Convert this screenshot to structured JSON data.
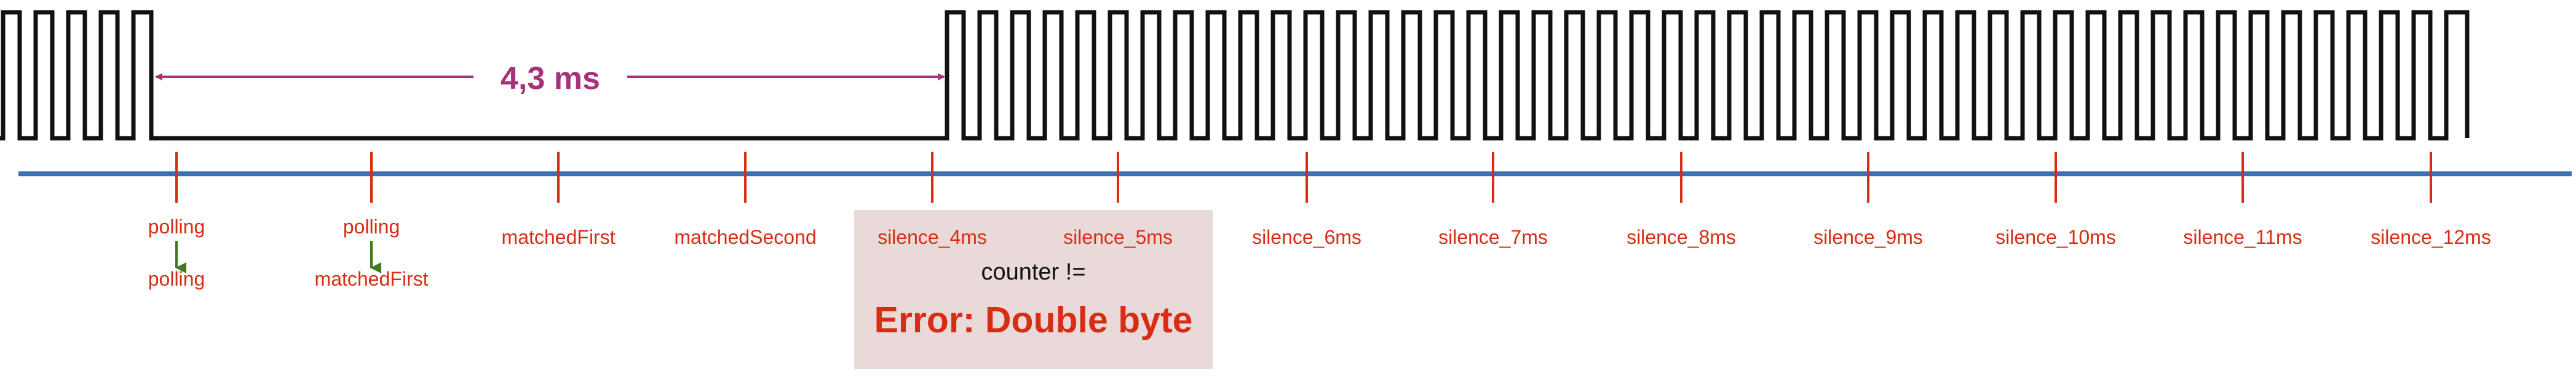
{
  "diagram": {
    "duration_label": "4,3 ms",
    "timeline_markers": [
      {
        "id": "m1",
        "top": "polling",
        "bottom": "polling",
        "arrow": true
      },
      {
        "id": "m2",
        "top": "polling",
        "bottom": "matchedFirst",
        "arrow": true
      },
      {
        "id": "m3",
        "top": "matchedFirst"
      },
      {
        "id": "m4",
        "top": "matchedSecond"
      },
      {
        "id": "m5",
        "top": "silence_4ms"
      },
      {
        "id": "m6",
        "top": "silence_5ms"
      },
      {
        "id": "m7",
        "top": "silence_6ms"
      },
      {
        "id": "m8",
        "top": "silence_7ms"
      },
      {
        "id": "m9",
        "top": "silence_8ms"
      },
      {
        "id": "m10",
        "top": "silence_9ms"
      },
      {
        "id": "m11",
        "top": "silence_10ms"
      },
      {
        "id": "m12",
        "top": "silence_11ms"
      },
      {
        "id": "m13",
        "top": "silence_12ms"
      }
    ],
    "error_box": {
      "condition": "counter !=",
      "message": "Error: Double byte"
    },
    "colors": {
      "signal": "#111111",
      "timeline": "#3d6fb5",
      "marker": "#d72d14",
      "state_arrow": "#3e7a1f",
      "duration": "#a8317c",
      "error_box_bg": "#ead9d9"
    }
  }
}
